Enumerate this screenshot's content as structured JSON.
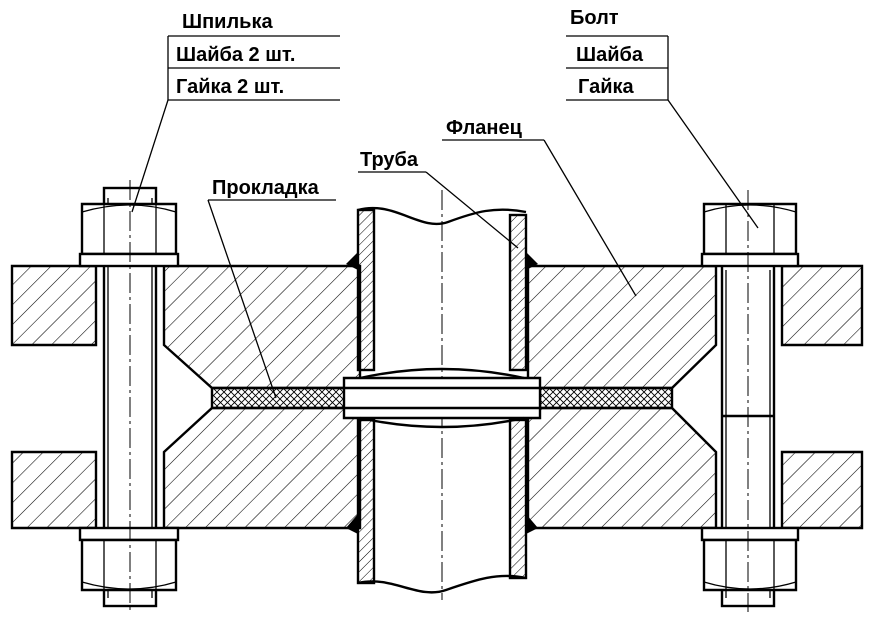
{
  "labels": {
    "stud": "Шпилька",
    "stud_washer": "Шайба 2 шт.",
    "stud_nut": "Гайка 2 шт.",
    "bolt": "Болт",
    "bolt_washer": "Шайба",
    "bolt_nut": "Гайка",
    "flange": "Фланец",
    "pipe": "Труба",
    "gasket": "Прокладка"
  },
  "colors": {
    "line": "#000000",
    "background": "#ffffff"
  }
}
